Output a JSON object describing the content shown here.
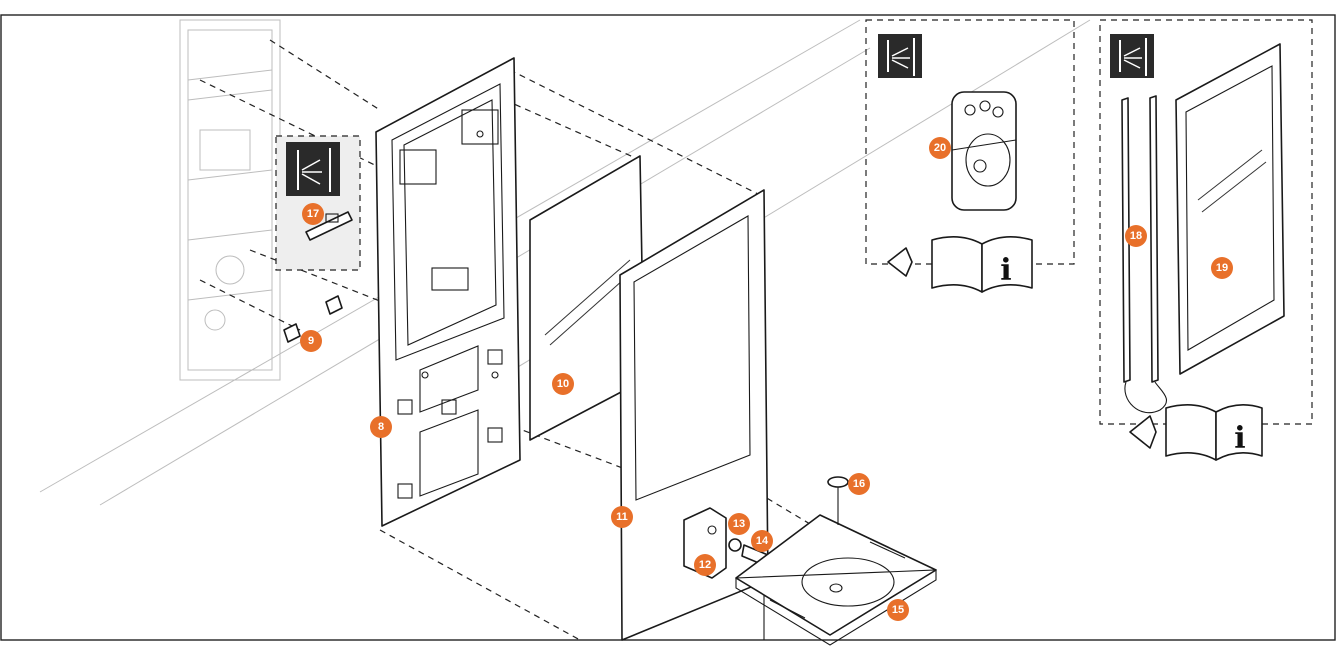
{
  "colors": {
    "callout": "#e8702a",
    "line": "#1a1a1a",
    "wall": "#bdbdbd",
    "dark_tile": "#2a2a2a"
  },
  "icons": [
    "power-symbol-icon",
    "manual-info-icon"
  ],
  "callouts": [
    "8",
    "9",
    "10",
    "11",
    "12",
    "13",
    "14",
    "15",
    "16",
    "17",
    "18",
    "19",
    "20"
  ]
}
